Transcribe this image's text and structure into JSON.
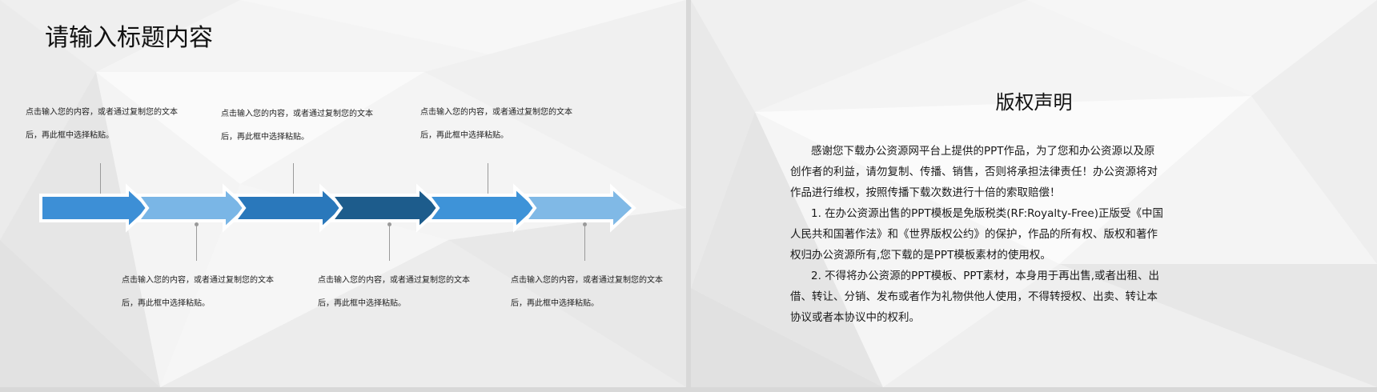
{
  "slide1": {
    "title": "请输入标题内容",
    "callouts": [
      {
        "line1": "点击输入您的内容，或者通过复制您的文本",
        "line2": "后，再此框中选择粘贴。"
      },
      {
        "line1": "点击输入您的内容，或者通过复制您的文本",
        "line2": "后，再此框中选择粘贴。"
      },
      {
        "line1": "点击输入您的内容，或者通过复制您的文本",
        "line2": "后，再此框中选择粘贴。"
      },
      {
        "line1": "点击输入您的内容，或者通过复制您的文本",
        "line2": "后，再此框中选择粘贴。"
      },
      {
        "line1": "点击输入您的内容，或者通过复制您的文本",
        "line2": "后，再此框中选择粘贴。"
      },
      {
        "line1": "点击输入您的内容，或者通过复制您的文本",
        "line2": "后，再此框中选择粘贴。"
      }
    ],
    "arrow_colors": [
      "#3d8fd6",
      "#7ab6e6",
      "#2a78bb",
      "#1d5c8c",
      "#3e93d8",
      "#80b9e6"
    ]
  },
  "slide2": {
    "title": "版权声明",
    "paragraphs": [
      "感谢您下载办公资源网平台上提供的PPT作品，为了您和办公资源以及原创作者的利益，请勿复制、传播、销售，否则将承担法律责任！办公资源将对作品进行维权，按照传播下载次数进行十倍的索取赔偿！",
      "1. 在办公资源出售的PPT模板是免版税类(RF:Royalty-Free)正版受《中国人民共和国著作法》和《世界版权公约》的保护，作品的所有权、版权和著作权归办公资源所有,您下载的是PPT模板素材的使用权。",
      "2. 不得将办公资源的PPT模板、PPT素材，本身用于再出售,或者出租、出借、转让、分销、发布或者作为礼物供他人使用，不得转授权、出卖、转让本协议或者本协议中的权利。"
    ]
  }
}
